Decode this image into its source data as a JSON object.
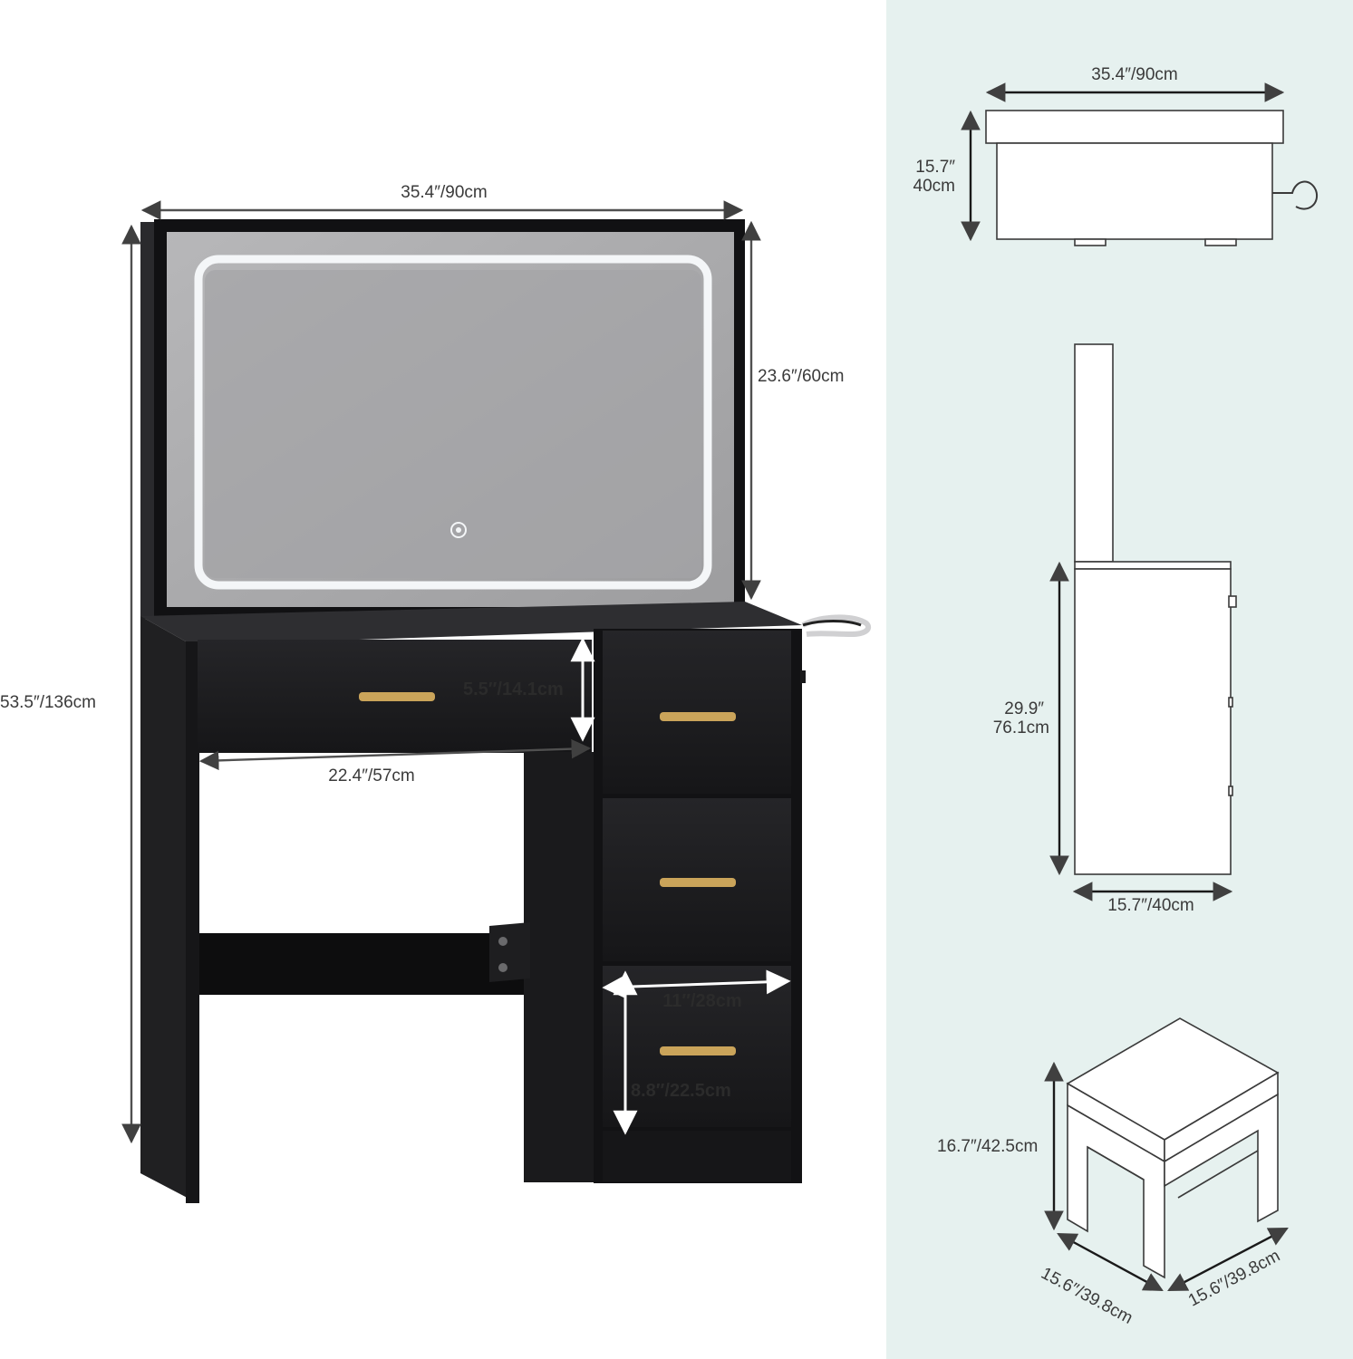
{
  "colors": {
    "dimension_line": "#505050",
    "furniture_body": "#1b1b1d",
    "furniture_shade": "#2b2b2e",
    "mirror_glass": "#a9a9ab",
    "led_strip": "#f4f6f8",
    "gold_handle": "#caa45a",
    "side_panel_background": "#e6f1ef",
    "line_art": "#3a3a3a"
  },
  "icons": {
    "touch_button": "power-touch-icon",
    "hair_dryer_holder": "hook-icon"
  },
  "main_view": {
    "width_label": "35.4″/90cm",
    "mirror_height_label": "23.6″/60cm",
    "total_height_label": "53.5″/136cm",
    "drawer_height_label": "5.5″/14.1cm",
    "knee_space_label": "22.4″/57cm",
    "small_drawer_width_label": "11″/28cm",
    "small_drawer_height_label": "8.8″/22.5cm"
  },
  "top_view": {
    "width_label": "35.4″/90cm",
    "depth_label_line1": "15.7″",
    "depth_label_line2": "40cm"
  },
  "side_view": {
    "height_label_line1": "29.9″",
    "height_label_line2": "76.1cm",
    "depth_label": "15.7″/40cm"
  },
  "stool_view": {
    "height_label": "16.7″/42.5cm",
    "depth_label": "15.6″/39.8cm",
    "width_label": "15.6″/39.8cm"
  }
}
